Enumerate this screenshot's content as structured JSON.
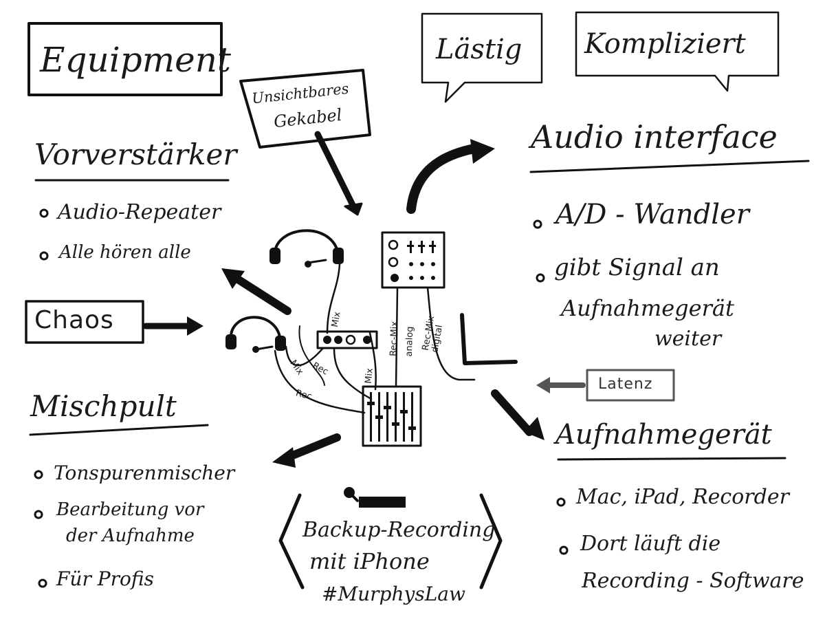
{
  "title": "Equipment",
  "sign": {
    "line1": "Unsichtbares",
    "line2": "Gekabel"
  },
  "bubbles": {
    "left": "Lästig",
    "right": "Kompliziert"
  },
  "sections": {
    "vorverstaerker": {
      "heading": "Vorverstärker",
      "items": [
        "Audio-Repeater",
        "Alle hören alle"
      ]
    },
    "chaos": "Chaos",
    "mischpult": {
      "heading": "Mischpult",
      "items": [
        "Tonspurenmischer",
        "Bearbeitung vor",
        "der Aufnahme",
        "Für Profis"
      ]
    },
    "audio_interface": {
      "heading": "Audio interface",
      "items": [
        "A/D - Wandler",
        "gibt Signal an",
        "Aufnahmegerät",
        "weiter"
      ]
    },
    "latenz": "Latenz",
    "aufnahmegeraet": {
      "heading": "Aufnahmegerät",
      "items": [
        "Mac, iPad, Recorder",
        "Dort läuft die",
        "Recording - Software"
      ]
    },
    "backup": {
      "line1": "Backup-Recording",
      "line2": "mit iPhone",
      "hashtag": "#MurphysLaw"
    }
  },
  "cable_labels": {
    "mix_top": "Mix",
    "mix_left": "Mix",
    "mix_mid": "Mix",
    "rec_left": "Rec",
    "rec_lower": "Rec",
    "rec_mix_analog": "Rec-Mix",
    "analog": "analog",
    "rec_mix_digital": "Rec-Mix",
    "digital": "digital"
  }
}
